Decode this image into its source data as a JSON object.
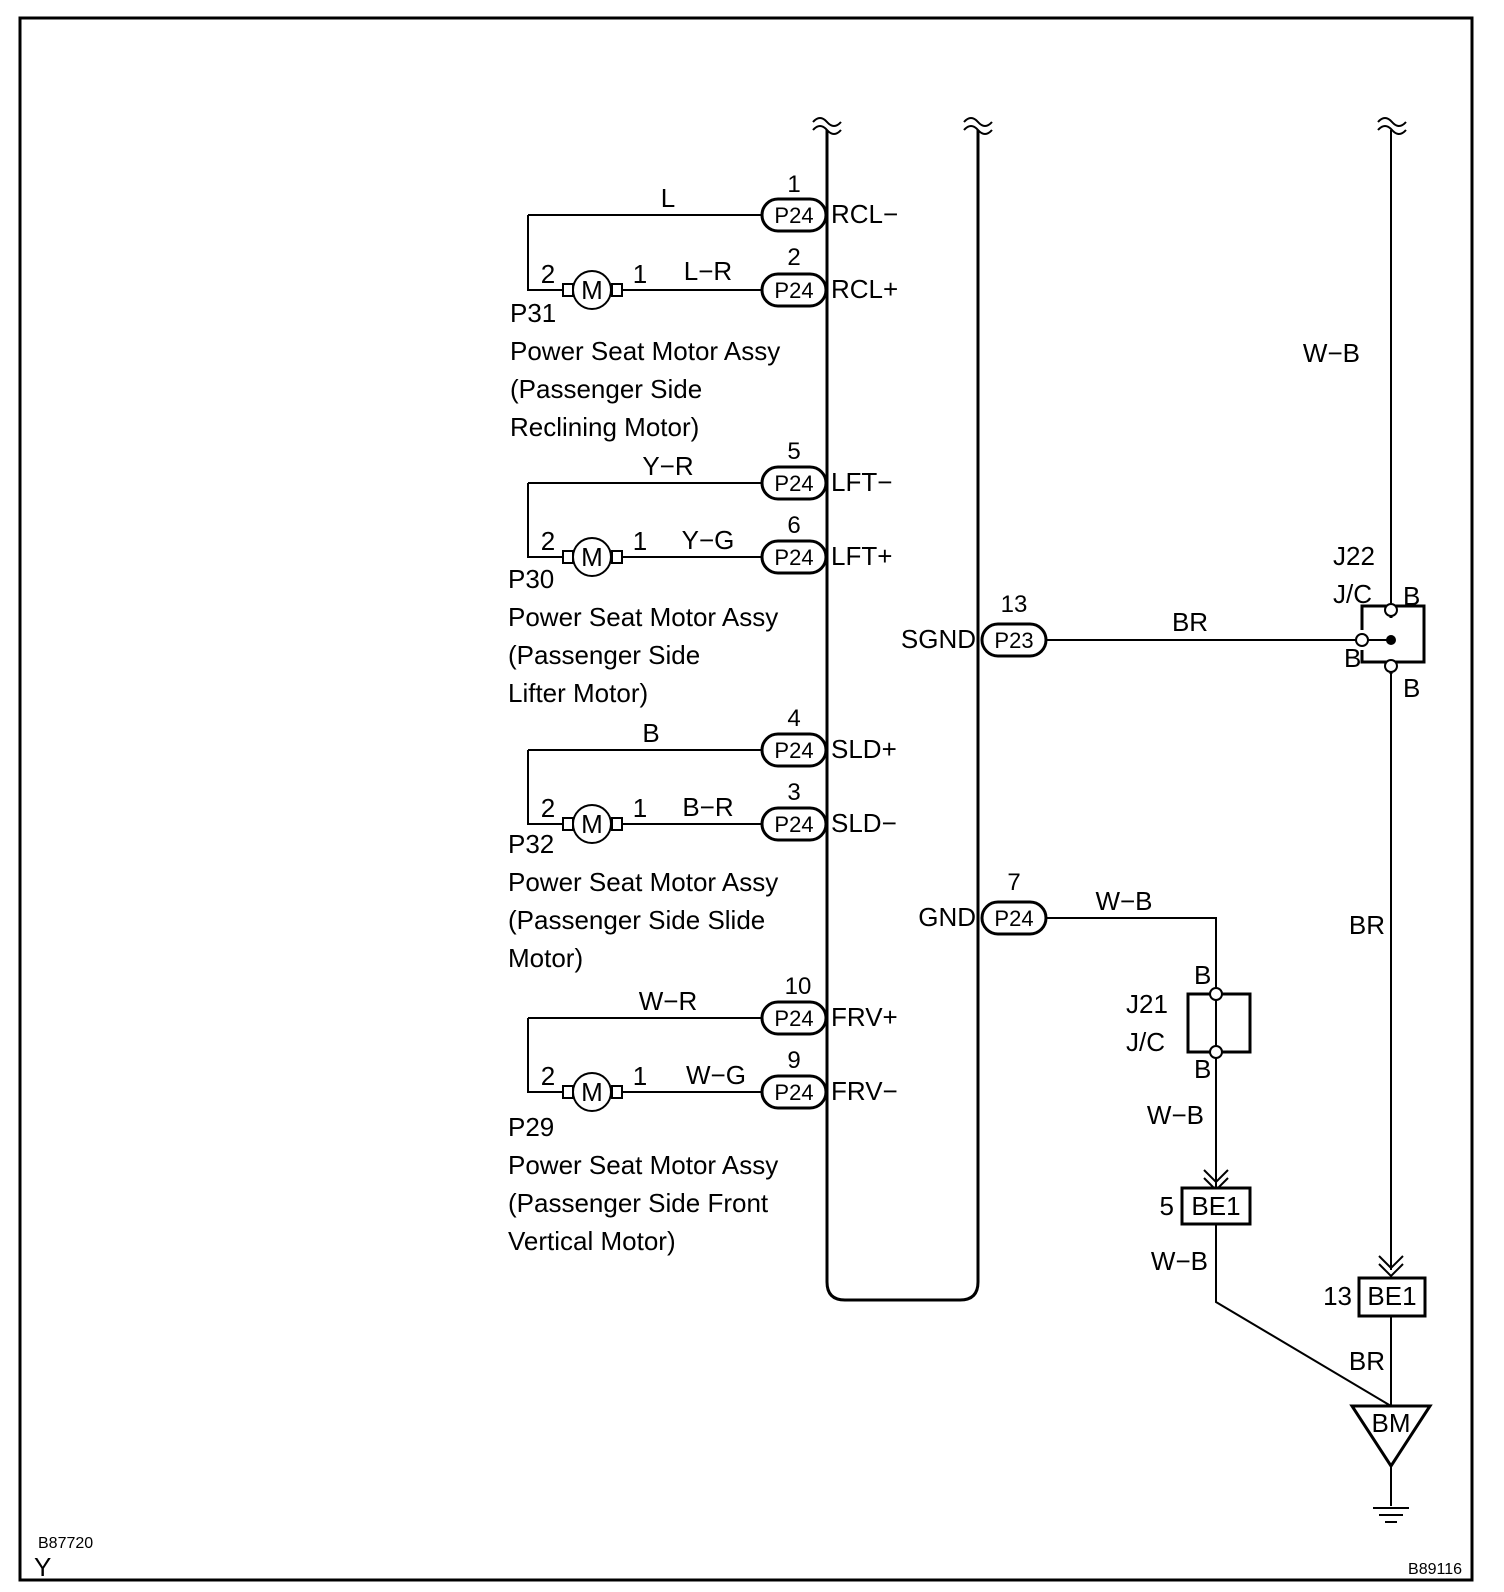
{
  "ids": {
    "left_bottom": "B87720",
    "letter": "Y",
    "right_bottom": "B89116"
  },
  "motors": [
    {
      "id": "P31",
      "title": "Power Seat Motor Assy",
      "desc1": "(Passenger Side",
      "desc2": "Reclining Motor)",
      "pin_a": "2",
      "pin_b": "1",
      "glyph": "M",
      "top": {
        "color": "L",
        "pin": "1",
        "conn": "P24",
        "signal": "RCL−"
      },
      "bot": {
        "color": "L−R",
        "pin": "2",
        "conn": "P24",
        "signal": "RCL+"
      }
    },
    {
      "id": "P30",
      "title": "Power Seat Motor Assy",
      "desc1": "(Passenger Side",
      "desc2": "Lifter Motor)",
      "pin_a": "2",
      "pin_b": "1",
      "glyph": "M",
      "top": {
        "color": "Y−R",
        "pin": "5",
        "conn": "P24",
        "signal": "LFT−"
      },
      "bot": {
        "color": "Y−G",
        "pin": "6",
        "conn": "P24",
        "signal": "LFT+"
      }
    },
    {
      "id": "P32",
      "title": "Power Seat Motor Assy",
      "desc1": "(Passenger Side Slide",
      "desc2": "Motor)",
      "pin_a": "2",
      "pin_b": "1",
      "glyph": "M",
      "top": {
        "color": "B",
        "pin": "4",
        "conn": "P24",
        "signal": "SLD+"
      },
      "bot": {
        "color": "B−R",
        "pin": "3",
        "conn": "P24",
        "signal": "SLD−"
      }
    },
    {
      "id": "P29",
      "title": "Power Seat Motor Assy",
      "desc1": "(Passenger Side Front",
      "desc2": "Vertical Motor)",
      "pin_a": "2",
      "pin_b": "1",
      "glyph": "M",
      "top": {
        "color": "W−R",
        "pin": "10",
        "conn": "P24",
        "signal": "FRV+"
      },
      "bot": {
        "color": "W−G",
        "pin": "9",
        "conn": "P24",
        "signal": "FRV−"
      }
    }
  ],
  "sgnd": {
    "signal": "SGND",
    "pin": "13",
    "conn": "P23",
    "color": "BR"
  },
  "gnd": {
    "signal": "GND",
    "pin": "7",
    "conn": "P24",
    "color": "W−B"
  },
  "j22": {
    "id": "J22",
    "type": "J/C",
    "term_top": "B",
    "term_left": "B",
    "term_bottom": "B"
  },
  "j21": {
    "id": "J21",
    "type": "J/C",
    "term_top": "B",
    "term_bottom": "B"
  },
  "right_wire": {
    "upper_color": "W−B",
    "lower_color": "BR",
    "final_color": "BR"
  },
  "be1_left": {
    "pin": "5",
    "conn": "BE1",
    "wire_above": "W−B",
    "wire_below": "W−B"
  },
  "be1_right": {
    "pin": "13",
    "conn": "BE1"
  },
  "ground": {
    "id": "BM"
  }
}
